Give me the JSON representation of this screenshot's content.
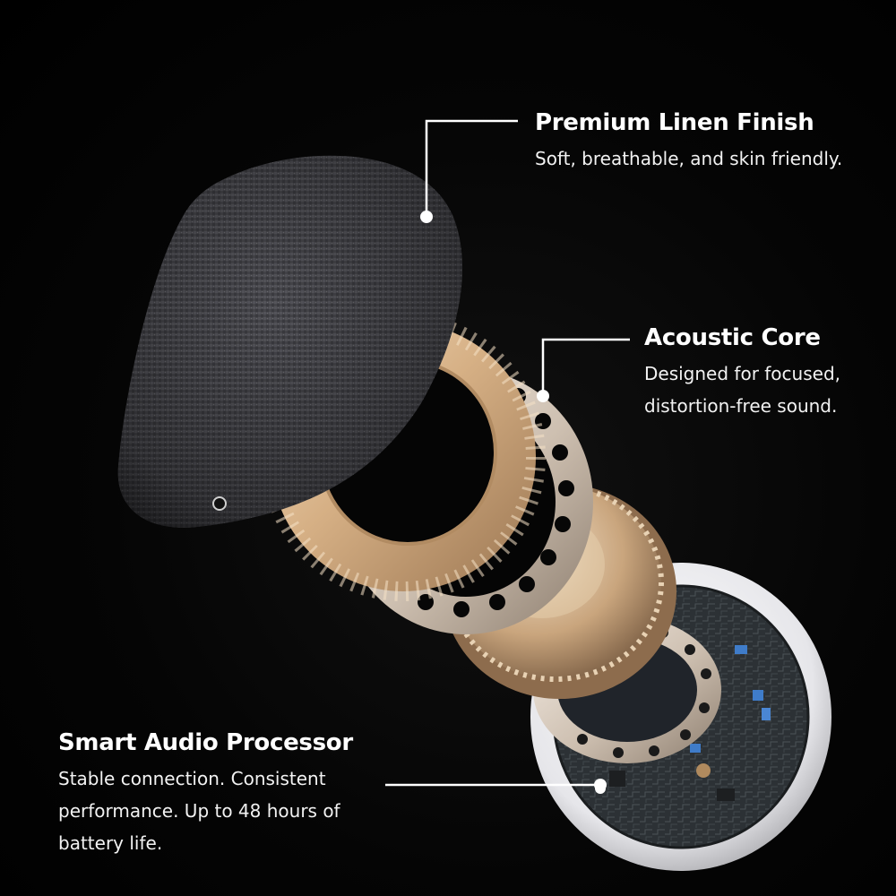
{
  "callouts": {
    "linen": {
      "title": "Premium Linen Finish",
      "description": "Soft, breathable, and skin friendly."
    },
    "core": {
      "title": "Acoustic Core",
      "description": "Designed for focused, distortion-free sound."
    },
    "processor": {
      "title": "Smart Audio Processor",
      "description": "Stable connection. Consistent performance. Up to 48 hours of battery life."
    }
  },
  "colors": {
    "background": "#000000",
    "text": "#ffffff",
    "fabric": "#4a4a4e",
    "gold": "#d9b992",
    "pcb": "#2e3336",
    "shell": "#e9e9ec"
  }
}
